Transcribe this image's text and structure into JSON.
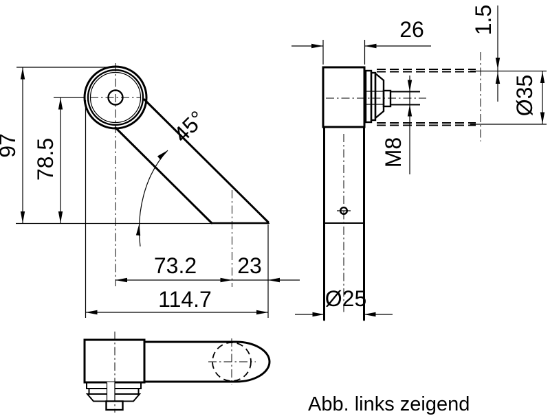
{
  "front_view": {
    "dim_overall_height": "97",
    "dim_center_height": "78.5",
    "dim_arm_angle": "45°",
    "dim_center_distance": "73.2",
    "dim_tip_offset": "23",
    "dim_overall_length": "114.7"
  },
  "side_view": {
    "dim_hub_width": "26",
    "dim_wall_thickness": "1.5",
    "dim_clamp_tube_diameter": "Ø35",
    "dim_screw_thread": "M8",
    "dim_arm_tube_diameter": "Ø25"
  },
  "caption": {
    "text": "Abb. links zeigend"
  }
}
